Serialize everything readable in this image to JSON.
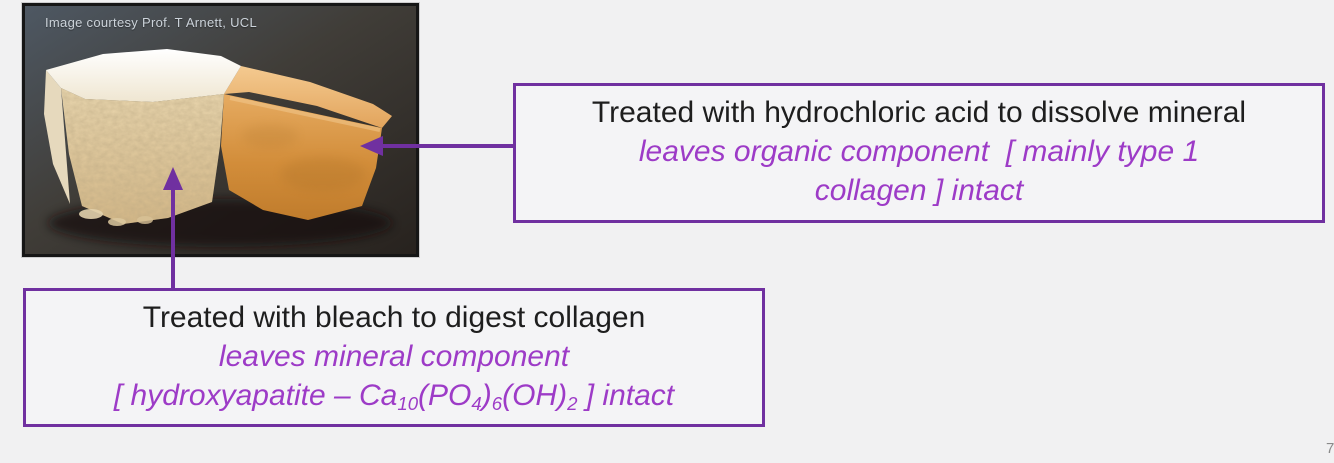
{
  "slide": {
    "background_color": "#f1f1f2",
    "page_number": "7"
  },
  "photo": {
    "caption": "Image courtesy Prof. T Arnett, UCL"
  },
  "callouts": {
    "acid": {
      "treatment": "Treated with hydrochloric acid to dissolve mineral",
      "result_lines": [
        "leaves organic component  [ mainly type 1",
        "collagen ] intact"
      ]
    },
    "bleach": {
      "treatment": "Treated with bleach to digest collagen",
      "result_line": "leaves mineral component",
      "formula_segments": [
        {
          "text": "[ hydroxyapatite – Ca",
          "sub": false
        },
        {
          "text": "10",
          "sub": true
        },
        {
          "text": "(PO",
          "sub": false
        },
        {
          "text": "4",
          "sub": true
        },
        {
          "text": ")",
          "sub": false
        },
        {
          "text": "6",
          "sub": true
        },
        {
          "text": "(OH)",
          "sub": false
        },
        {
          "text": "2",
          "sub": true
        },
        {
          "text": " ] intact",
          "sub": false
        }
      ]
    }
  },
  "colors": {
    "accent_purple": "#7030A0",
    "purple_text": "#9d3bc7",
    "body_text": "#1e1e1e"
  }
}
